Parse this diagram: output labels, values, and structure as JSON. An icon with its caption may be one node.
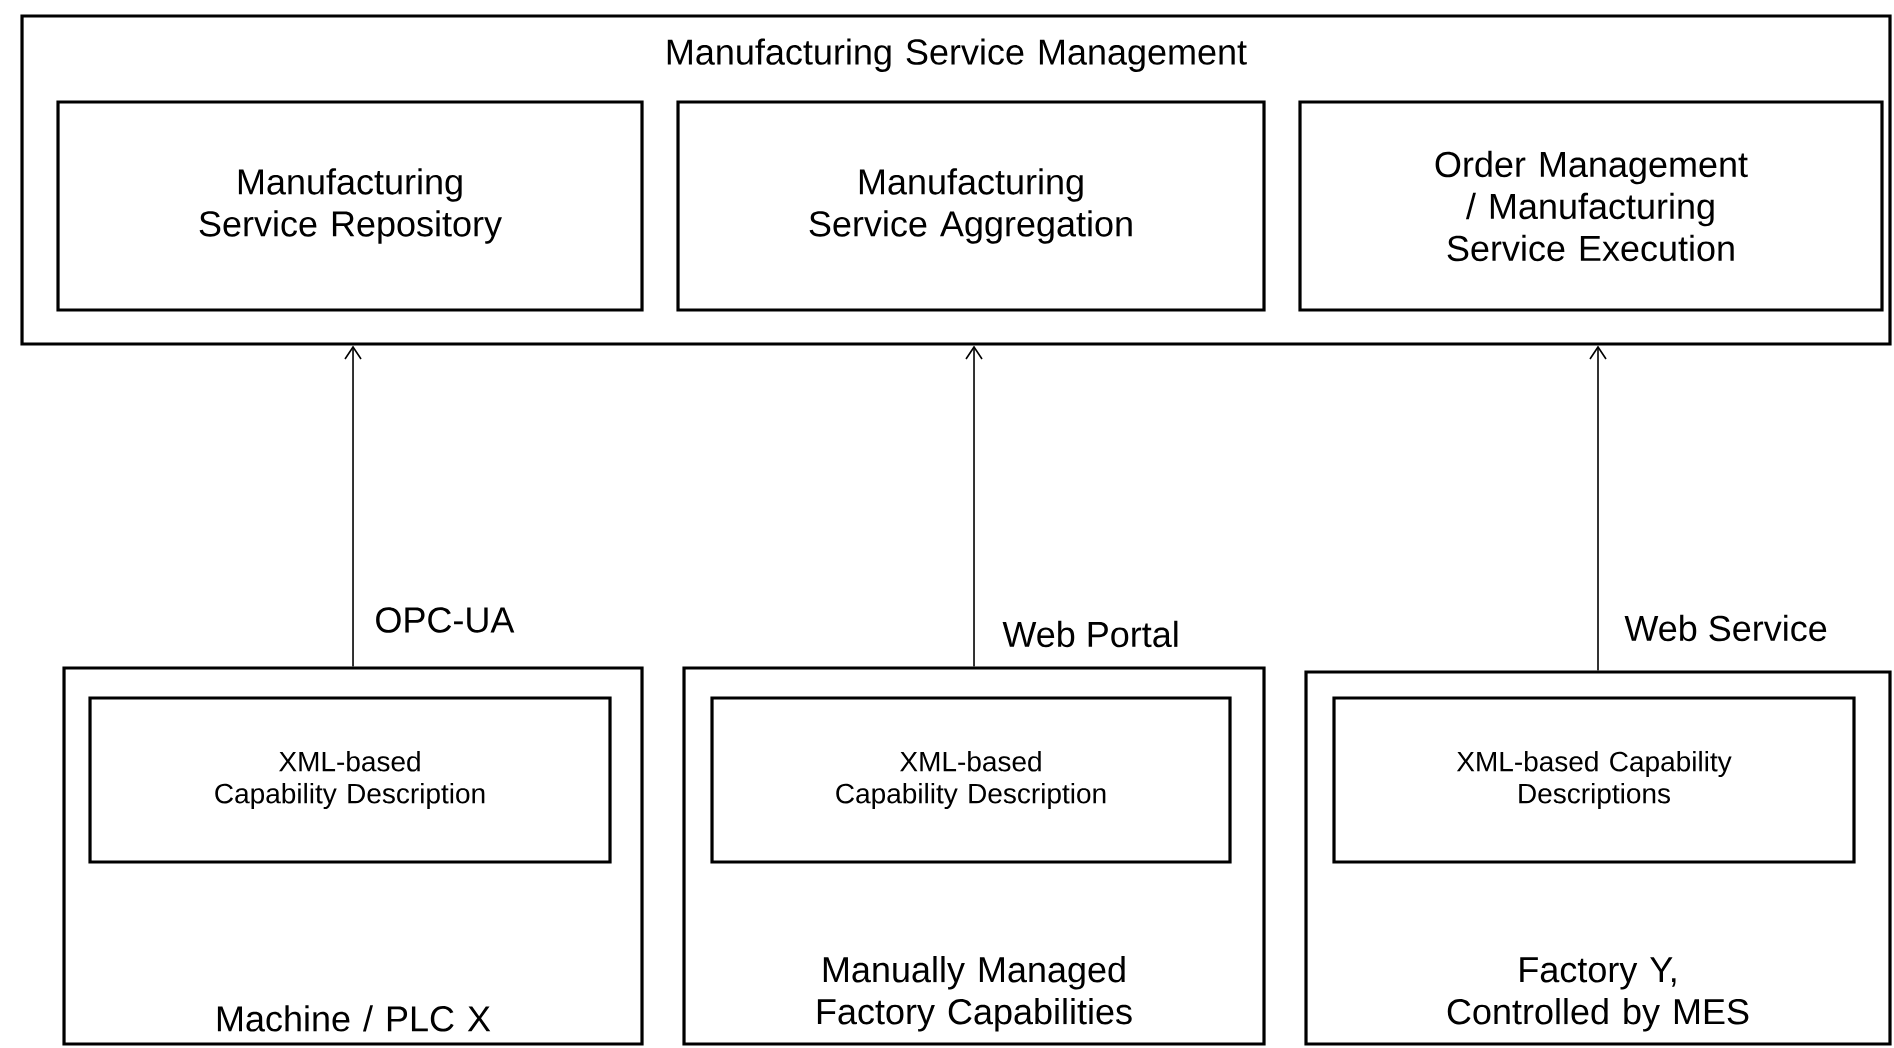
{
  "diagram": {
    "nodes": [
      {
        "text": [
          "Manufacturing Service Management"
        ]
      },
      {
        "text": [
          "Manufacturing Service Repository"
        ],
        "in": 0
      },
      {
        "text": [
          "Manufacturing Service Aggregation"
        ],
        "in": 0
      },
      {
        "text": [
          "Order Management / Manufacturing Service Execution"
        ],
        "in": 0
      },
      {
        "text": [
          "Machine / PLC X"
        ]
      },
      {
        "text": [
          "XML-based Capability Description"
        ],
        "in": 4
      },
      {
        "text": [
          "Manually Managed Factory Capabilities"
        ]
      },
      {
        "text": [
          "XML-based Capability Description"
        ],
        "in": 6
      },
      {
        "text": [
          "Factory Y, Controlled by MES"
        ]
      },
      {
        "text": [
          "XML-based Capability Descriptions"
        ],
        "in": 8
      }
    ],
    "edges": [
      {
        "from": 4,
        "to": 0,
        "arrow": "to",
        "label": "OPC-UA"
      },
      {
        "from": 6,
        "to": 0,
        "arrow": "to",
        "label": "Web Portal"
      },
      {
        "from": 8,
        "to": 0,
        "arrow": "to",
        "label": "Web Service"
      }
    ]
  }
}
